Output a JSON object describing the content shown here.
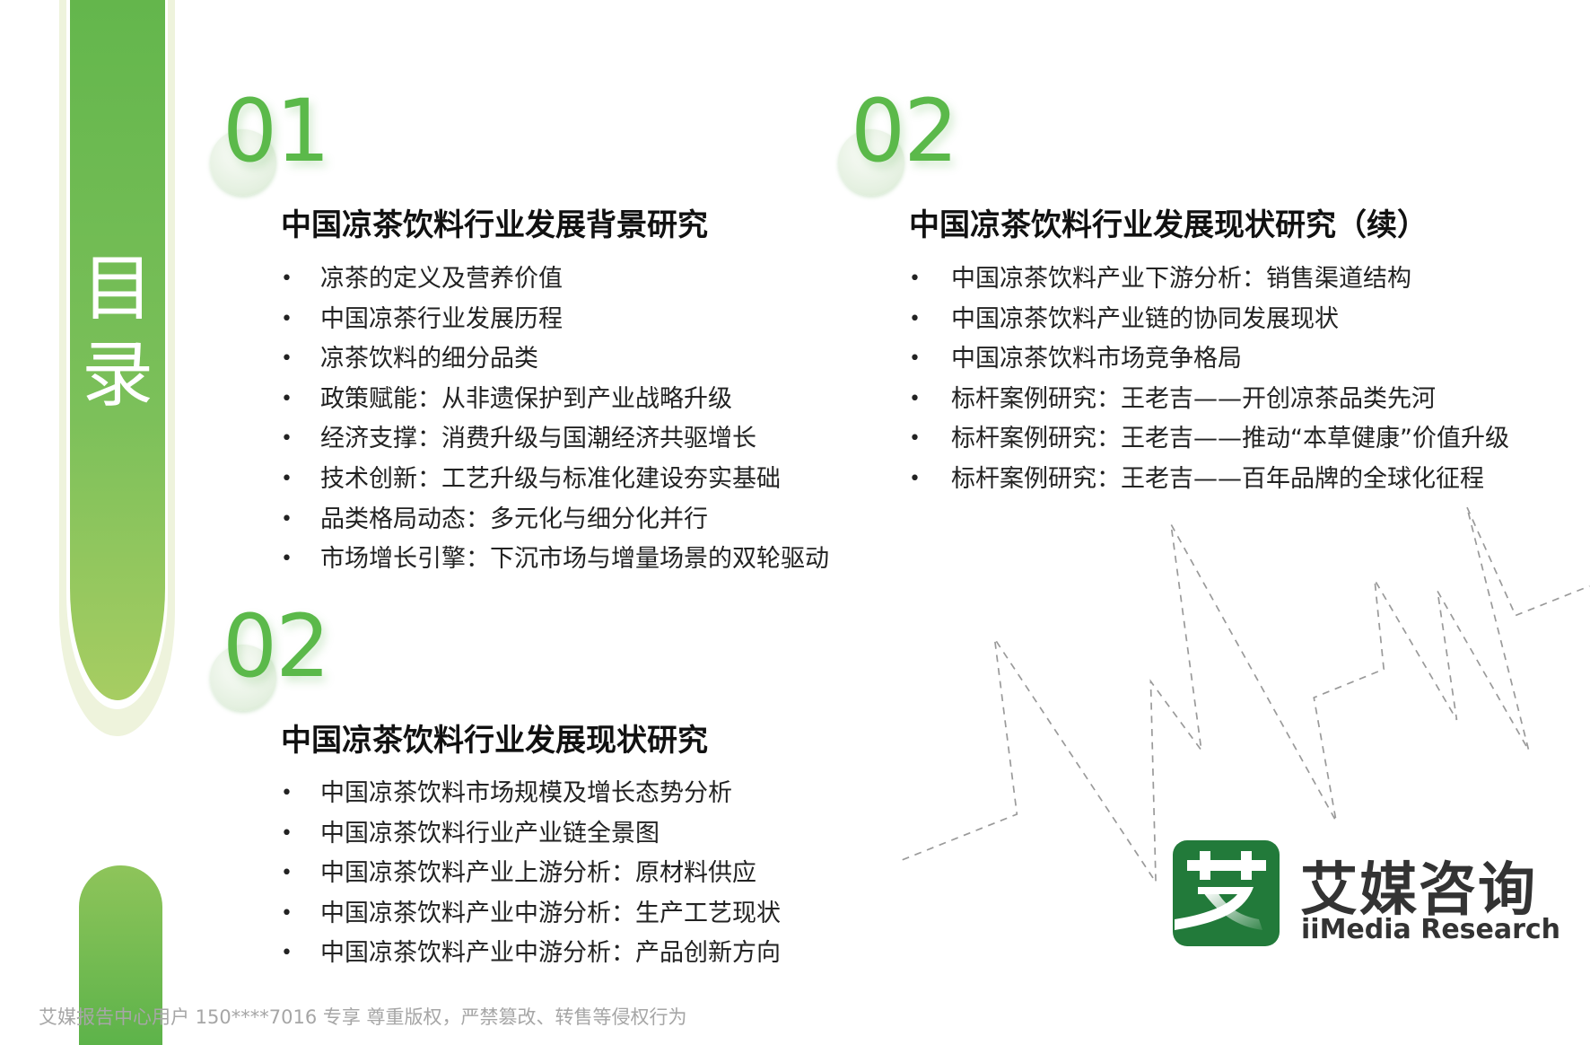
{
  "sidebar": {
    "title_line1": "目",
    "title_line2": "录"
  },
  "colors": {
    "accent_green": "#5bb94a",
    "logo_green": "#227a3a"
  },
  "sections": [
    {
      "number": "01",
      "title": "中国凉茶饮料行业发展背景研究",
      "items": [
        "凉茶的定义及营养价值",
        "中国凉茶行业发展历程",
        "凉茶饮料的细分品类",
        "政策赋能：从非遗保护到产业战略升级",
        "经济支撑：消费升级与国潮经济共驱增长",
        "技术创新：工艺升级与标准化建设夯实基础",
        "品类格局动态：多元化与细分化并行",
        "市场增长引擎：下沉市场与增量场景的双轮驱动"
      ]
    },
    {
      "number": "02",
      "title": "中国凉茶饮料行业发展现状研究",
      "items": [
        "中国凉茶饮料市场规模及增长态势分析",
        "中国凉茶饮料行业产业链全景图",
        "中国凉茶饮料产业上游分析：原材料供应",
        "中国凉茶饮料产业中游分析：生产工艺现状",
        "中国凉茶饮料产业中游分析：产品创新方向"
      ]
    },
    {
      "number": "02",
      "title": "中国凉茶饮料行业发展现状研究（续）",
      "items": [
        "中国凉茶饮料产业下游分析：销售渠道结构",
        "中国凉茶饮料产业链的协同发展现状",
        "中国凉茶饮料市场竞争格局",
        "标杆案例研究：王老吉——开创凉茶品类先河",
        "标杆案例研究：王老吉——推动“本草健康”价值升级",
        "标杆案例研究：王老吉——百年品牌的全球化征程"
      ]
    }
  ],
  "bullet": "•",
  "logo": {
    "mark": "艾",
    "name_cn": "艾媒咨询",
    "name_en": "iiMedia Research"
  },
  "footer": "艾媒报告中心用户 150****7016 专享 尊重版权，严禁篡改、转售等侵权行为"
}
